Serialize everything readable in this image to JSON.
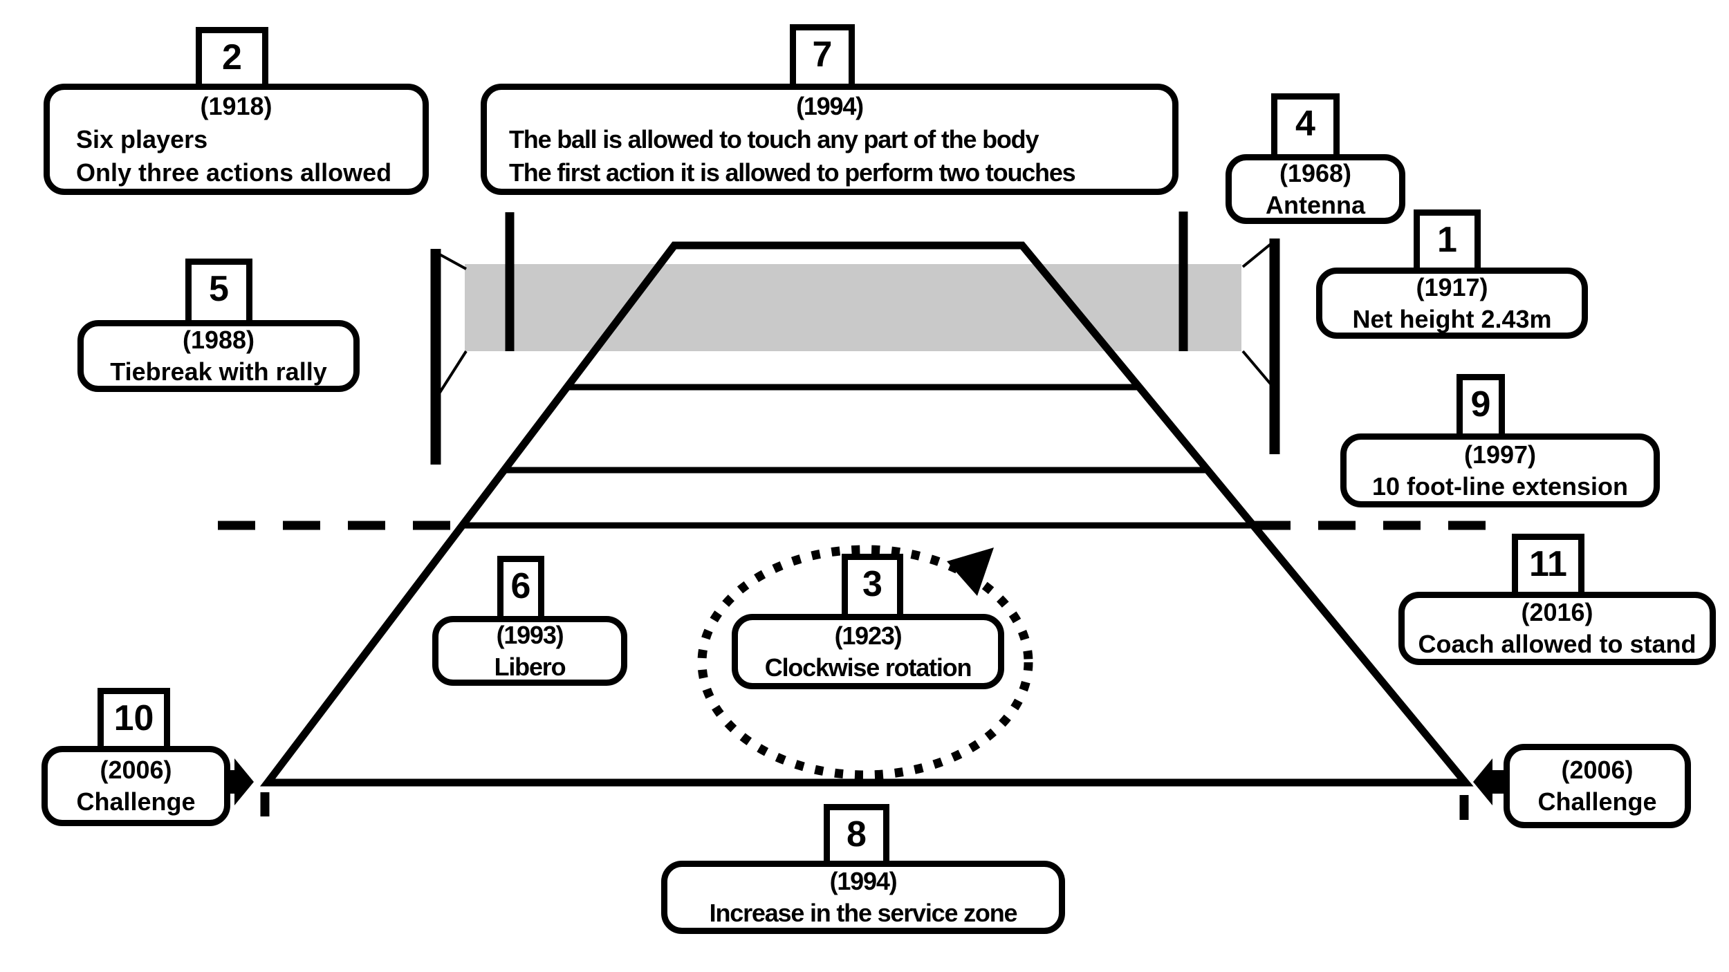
{
  "colors": {
    "ink": "#000000",
    "net_band": "#c9c9c9",
    "background": "#ffffff"
  },
  "rules": {
    "r1": {
      "num": "1",
      "year": "(1917)",
      "lines": [
        "Net height 2.43m"
      ]
    },
    "r2": {
      "num": "2",
      "year": "(1918)",
      "lines": [
        "Six players",
        "Only three actions allowed"
      ]
    },
    "r3": {
      "num": "3",
      "year": "(1923)",
      "lines": [
        "Clockwise rotation"
      ]
    },
    "r4": {
      "num": "4",
      "year": "(1968)",
      "lines": [
        "Antenna"
      ]
    },
    "r5": {
      "num": "5",
      "year": "(1988)",
      "lines": [
        "Tiebreak with rally"
      ]
    },
    "r6": {
      "num": "6",
      "year": "(1993)",
      "lines": [
        "Libero"
      ]
    },
    "r7": {
      "num": "7",
      "year": "(1994)",
      "lines": [
        "The ball is allowed to touch any part of the body",
        "The first action it is allowed to perform two touches"
      ]
    },
    "r8": {
      "num": "8",
      "year": "(1994)",
      "lines": [
        "Increase in the service zone"
      ]
    },
    "r9": {
      "num": "9",
      "year": "(1997)",
      "lines": [
        "10 foot-line extension"
      ]
    },
    "r10": {
      "num": "10",
      "year": "(2006)",
      "lines": [
        "Challenge"
      ]
    },
    "r10b": {
      "year": "(2006)",
      "lines": [
        "Challenge"
      ]
    },
    "r11": {
      "num": "11",
      "year": "(2016)",
      "lines": [
        "Coach allowed to stand"
      ]
    }
  }
}
